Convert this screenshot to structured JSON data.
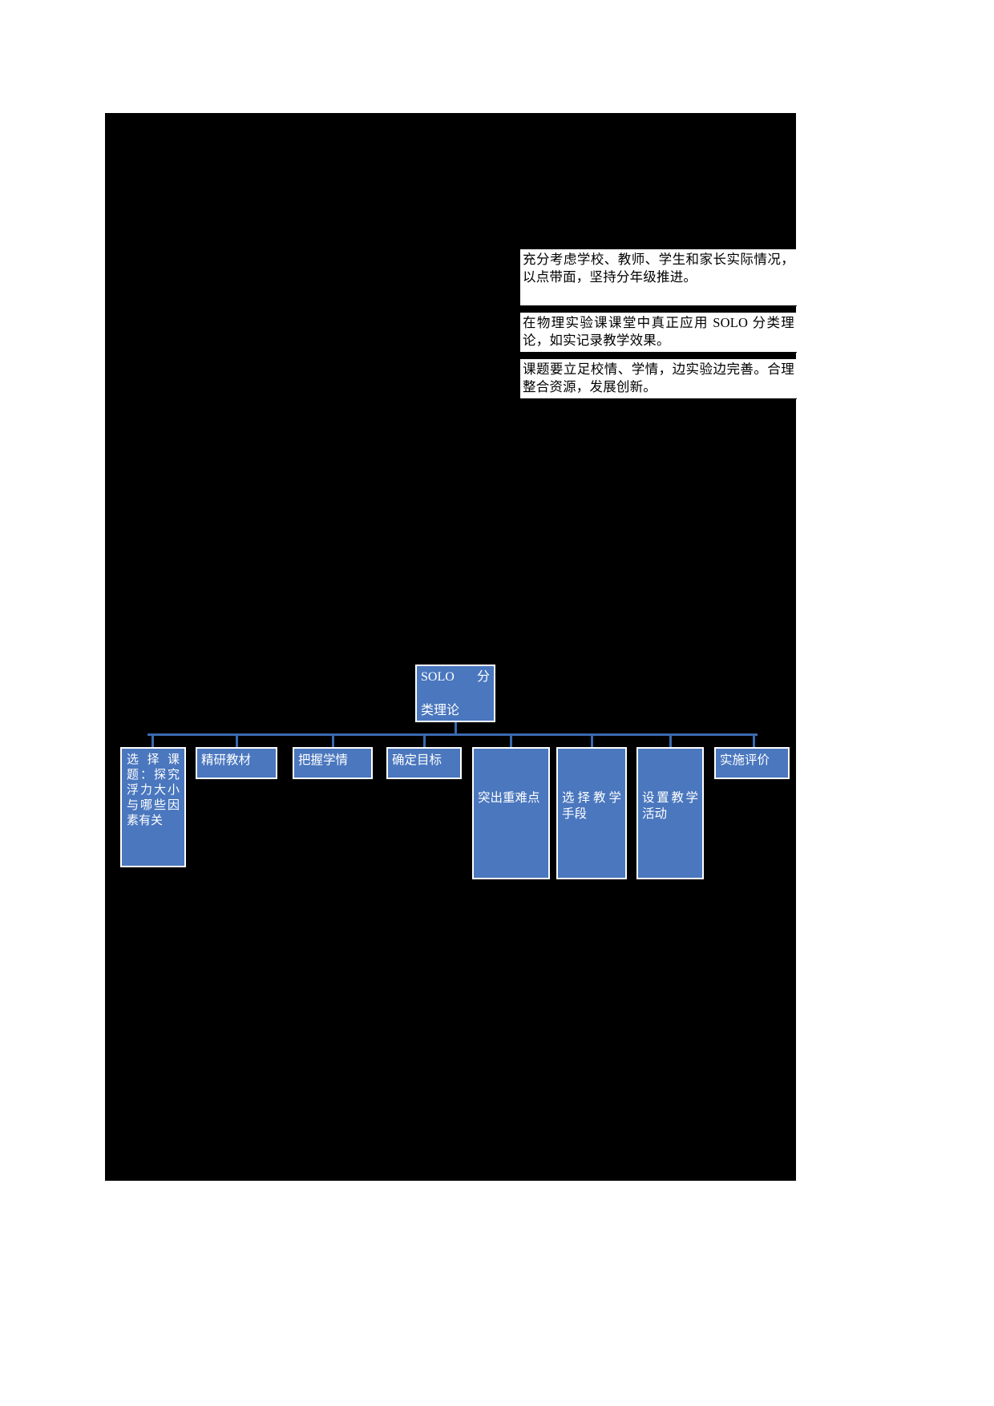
{
  "page": {
    "background_color": "#000000",
    "paper_color": "#ffffff"
  },
  "notes": {
    "items": [
      {
        "id": "note-1",
        "text": "充分考虑学校、教师、学生和家长实际情况，以点带面，坚持分年级推进。"
      },
      {
        "id": "note-2",
        "text": "在物理实验课课堂中真正应用 SOLO 分类理论，如实记录教学效果。"
      },
      {
        "id": "note-3",
        "text": "课题要立足校情、学情，边实验边完善。合理整合资源，发展创新。"
      }
    ]
  },
  "flowchart": {
    "accent_color": "#4a77be",
    "line_color": "#3a6aaf",
    "root": {
      "line1": "SOLO    分",
      "line2": "类理论",
      "full": "SOLO 分类理论"
    },
    "children": [
      {
        "id": "topic",
        "label": "选择课题：探究浮力大小与哪些因素有关"
      },
      {
        "id": "textbook",
        "label": "精研教材"
      },
      {
        "id": "student",
        "label": "把握学情"
      },
      {
        "id": "goal",
        "label": "确定目标"
      },
      {
        "id": "keypoint",
        "label": "突出重难点"
      },
      {
        "id": "method",
        "label": "选择教学手段"
      },
      {
        "id": "activity",
        "label": "设置教学活动"
      },
      {
        "id": "evaluate",
        "label": "实施评价"
      }
    ]
  }
}
